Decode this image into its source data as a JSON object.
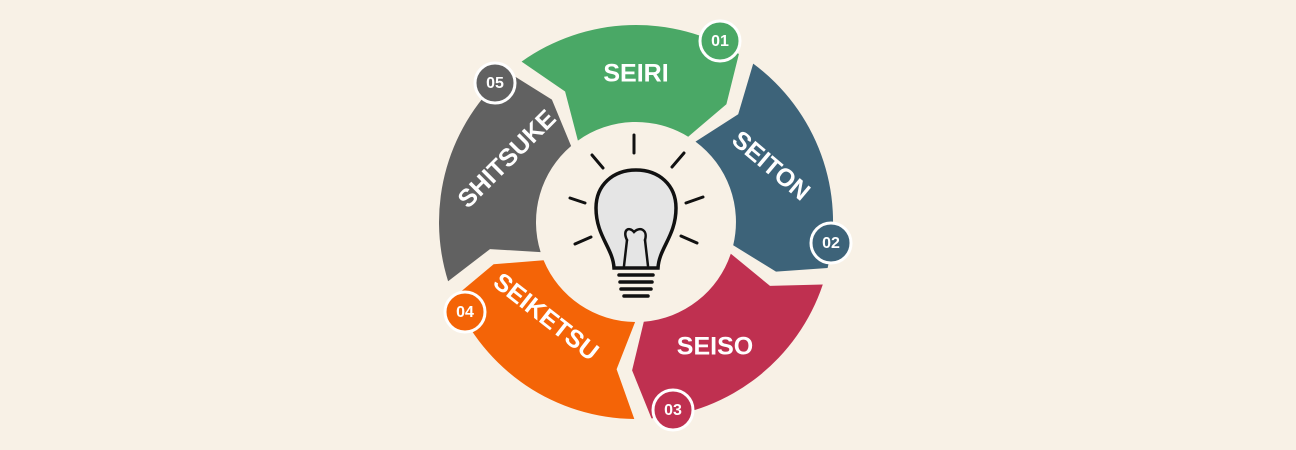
{
  "background": "#f8f1e6",
  "steps": [
    {
      "number": "01",
      "label": "SEIRI",
      "color": "#4aa866"
    },
    {
      "number": "02",
      "label": "SEITON",
      "color": "#3d6379"
    },
    {
      "number": "03",
      "label": "SEISO",
      "color": "#bf3050"
    },
    {
      "number": "04",
      "label": "SEIKETSU",
      "color": "#f46407"
    },
    {
      "number": "05",
      "label": "SHITSUKE",
      "color": "#616161"
    }
  ],
  "center_icon": "lightbulb-icon"
}
